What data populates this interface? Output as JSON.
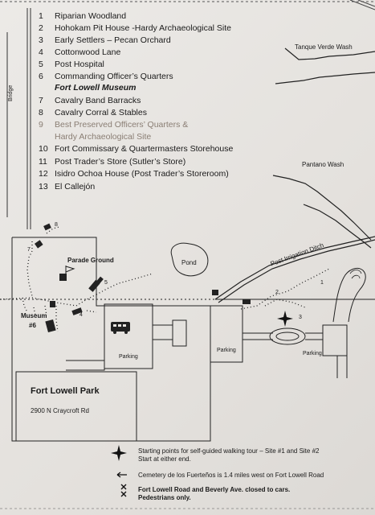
{
  "legend": [
    {
      "num": "1",
      "text": "Riparian Woodland"
    },
    {
      "num": "2",
      "text": "Hohokam Pit House -Hardy Archaeological Site"
    },
    {
      "num": "3",
      "text": "Early Settlers – Pecan  Orchard"
    },
    {
      "num": "4",
      "text": "Cottonwood Lane"
    },
    {
      "num": "5",
      "text": "Post Hospital"
    },
    {
      "num": "6",
      "text": "Commanding Officer’s Quarters"
    },
    {
      "num": "",
      "text": "Fort Lowell Museum"
    },
    {
      "num": "7",
      "text": "Cavalry Band Barracks"
    },
    {
      "num": "8",
      "text": "Cavalry Corral & Stables"
    },
    {
      "num": "9",
      "text": "Best Preserved Officers’ Quarters &"
    },
    {
      "num": "",
      "text": "Hardy Archaeological Site"
    },
    {
      "num": "10",
      "text": "Fort Commissary & Quartermasters Storehouse"
    },
    {
      "num": "11",
      "text": "Post Trader’s Store (Sutler’s Store)"
    },
    {
      "num": "12",
      "text": "Isidro Ochoa House (Post Trader’s Storeroom)"
    },
    {
      "num": "13",
      "text": "El Callejón"
    }
  ],
  "map_labels": {
    "tanque_verde": "Tanque Verde Wash",
    "pantano": "Pantano Wash",
    "bridge": "Bridge",
    "irrigation": "Post Irrigation Ditch",
    "pond": "Pond",
    "parade": "Parade Ground",
    "museum": "Museum",
    "museum_num": "#6",
    "parking": "Parking",
    "park_name": "Fort Lowell Park",
    "park_address": "2900 N Craycroft Rd"
  },
  "site_numbers": [
    "1",
    "2",
    "3",
    "4",
    "5",
    "7",
    "8"
  ],
  "key": {
    "start_line1": "Starting points for self-guided walking tour – Site #1 and Site #2",
    "start_line2": "Start at either end.",
    "cemetery": "Cemetery de los Fuerteños is 1.4 miles west on Fort Lowell Road",
    "closed_line1": "Fort Lowell Road and Beverly Ave. closed to cars.",
    "closed_line2": "Pedestrians only."
  }
}
